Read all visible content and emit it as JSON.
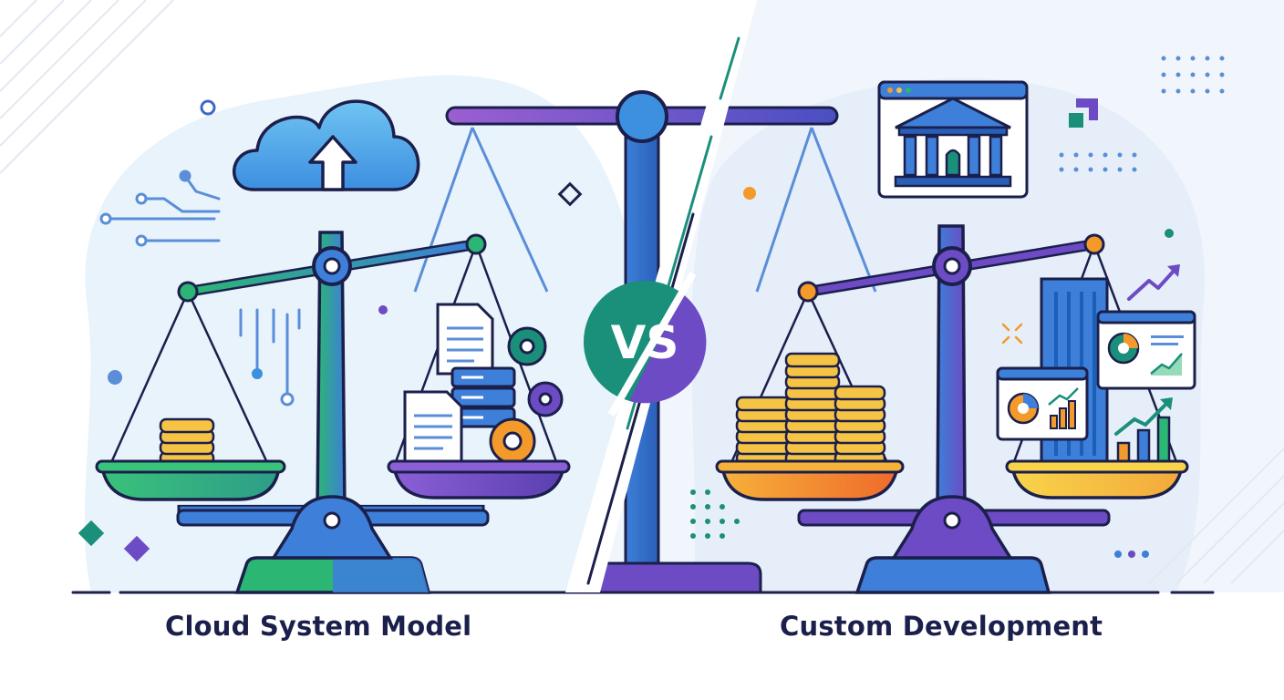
{
  "left_panel": {
    "label": "Cloud System Model"
  },
  "right_panel": {
    "label": "Custom Development"
  },
  "center": {
    "badge_text": "VS"
  },
  "colors": {
    "navy": "#1b1f4b",
    "green": "#2bb673",
    "teal": "#1a8f7a",
    "blue": "#3d7fd9",
    "purple": "#6c4bc4",
    "orange": "#f39a2b",
    "gold": "#f6c445"
  },
  "icons": [
    "cloud-upload-icon",
    "circuit-lines-icon",
    "document-icon",
    "server-icon",
    "gear-icon",
    "coin-stack-icon",
    "bank-building-icon",
    "dashboard-chart-icon",
    "growth-arrow-icon",
    "skyscraper-icon",
    "balance-scale-icon"
  ]
}
